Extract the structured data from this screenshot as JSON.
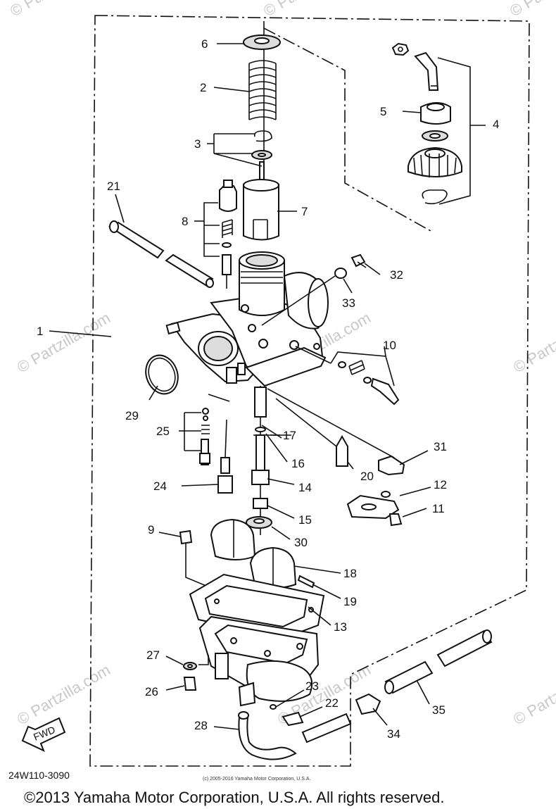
{
  "watermarks": {
    "left_upper": "© Partzilla.com",
    "left_lower": "© Partzilla.com",
    "right_upper": "© Partzilla.com",
    "right_lower": "© Partzilla.com",
    "center_upper": "© Partzilla.com",
    "center_lower": "© Partzilla.com",
    "top_left": "© Partzilla.com",
    "top_center": "© Partzilla.com",
    "top_right": "© Partzilla.com"
  },
  "callouts": [
    "1",
    "2",
    "3",
    "4",
    "5",
    "6",
    "7",
    "8",
    "9",
    "10",
    "11",
    "12",
    "13",
    "14",
    "15",
    "16",
    "17",
    "18",
    "19",
    "20",
    "21",
    "22",
    "23",
    "24",
    "25",
    "26",
    "27",
    "28",
    "29",
    "30",
    "31",
    "32",
    "33",
    "34",
    "35"
  ],
  "fwd_label": "FWD",
  "diagram_code": "24W110-3090",
  "small_copyright": "(c) 2005-2016 Yamaha Motor Corporation, U.S.A.",
  "copyright": "©2013 Yamaha Motor Corporation, U.S.A. All rights reserved."
}
